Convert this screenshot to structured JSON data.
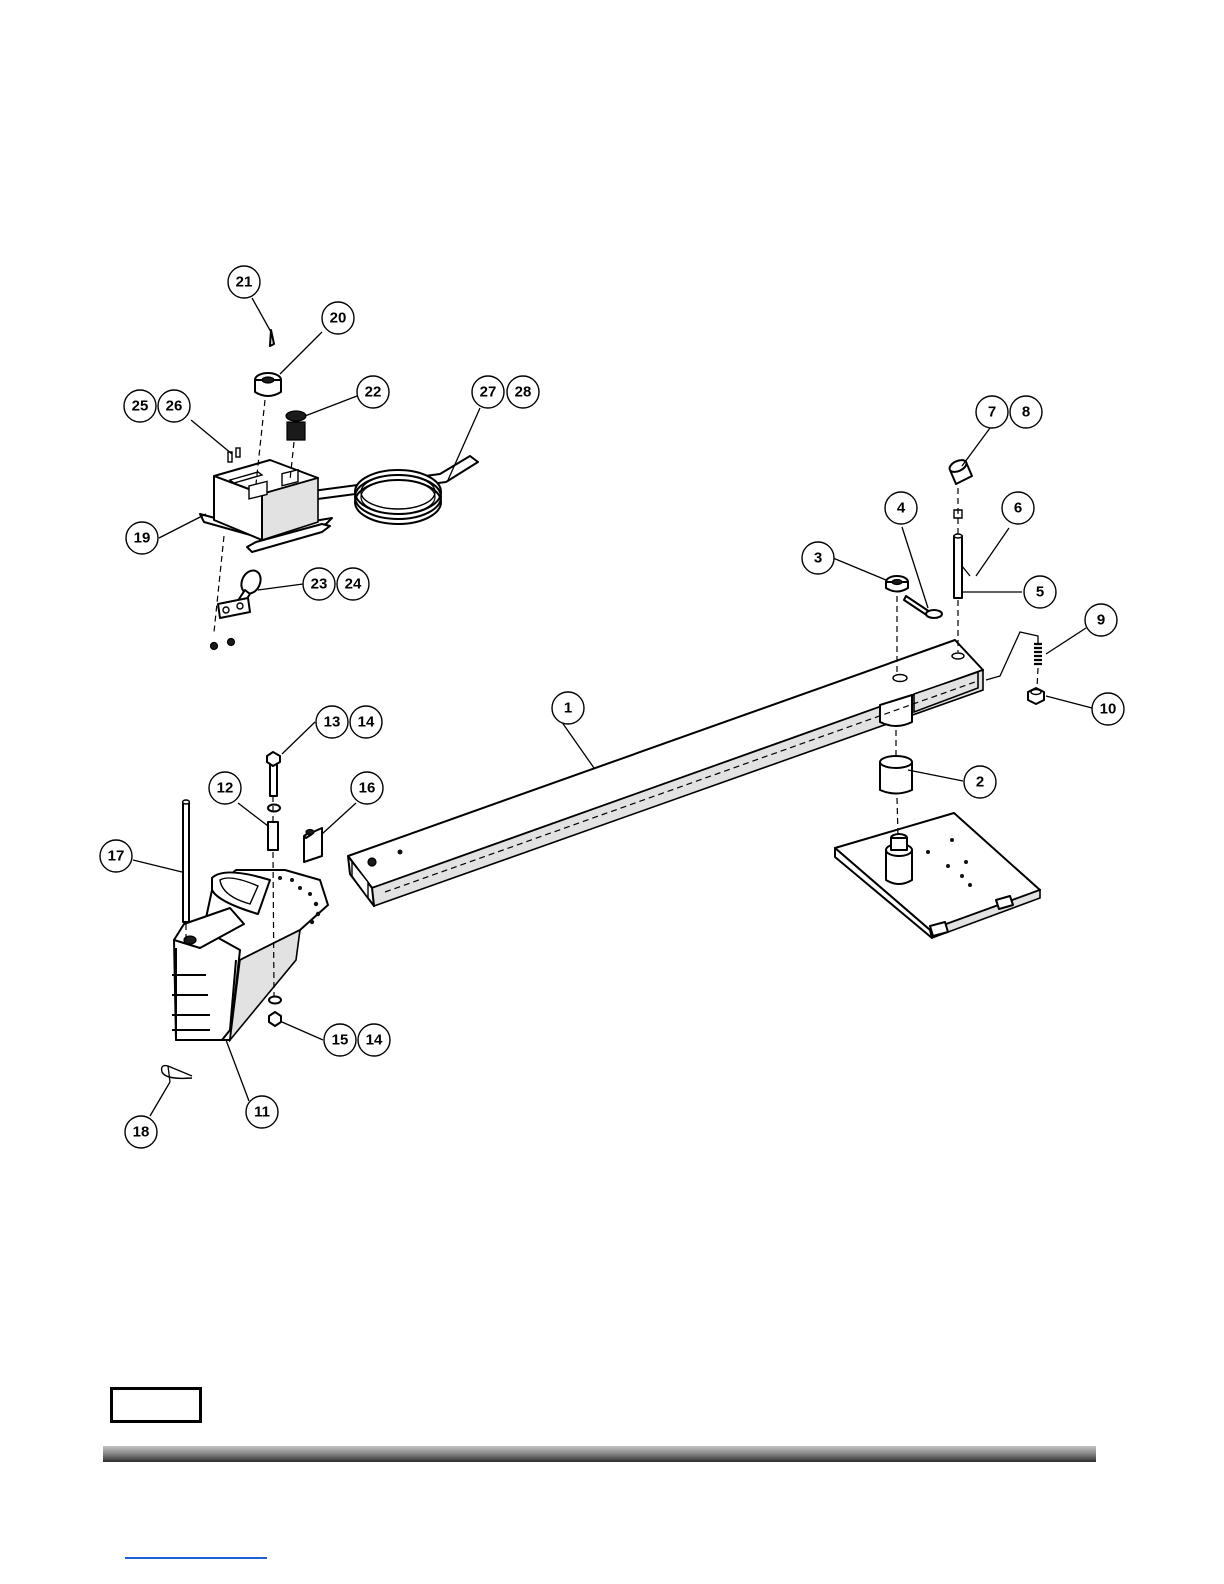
{
  "diagram": {
    "callouts": [
      {
        "id": "c1",
        "numbers": [
          "1"
        ]
      },
      {
        "id": "c2",
        "numbers": [
          "2"
        ]
      },
      {
        "id": "c3",
        "numbers": [
          "3"
        ]
      },
      {
        "id": "c4",
        "numbers": [
          "4"
        ]
      },
      {
        "id": "c5",
        "numbers": [
          "5"
        ]
      },
      {
        "id": "c6",
        "numbers": [
          "6"
        ]
      },
      {
        "id": "c7-8",
        "numbers": [
          "7",
          "8"
        ]
      },
      {
        "id": "c9",
        "numbers": [
          "9"
        ]
      },
      {
        "id": "c10",
        "numbers": [
          "10"
        ]
      },
      {
        "id": "c11",
        "numbers": [
          "11"
        ]
      },
      {
        "id": "c12",
        "numbers": [
          "12"
        ]
      },
      {
        "id": "c13-14",
        "numbers": [
          "13",
          "14"
        ]
      },
      {
        "id": "c15-14",
        "numbers": [
          "15",
          "14"
        ]
      },
      {
        "id": "c16",
        "numbers": [
          "16"
        ]
      },
      {
        "id": "c17",
        "numbers": [
          "17"
        ]
      },
      {
        "id": "c18",
        "numbers": [
          "18"
        ]
      },
      {
        "id": "c19",
        "numbers": [
          "19"
        ]
      },
      {
        "id": "c20",
        "numbers": [
          "20"
        ]
      },
      {
        "id": "c21",
        "numbers": [
          "21"
        ]
      },
      {
        "id": "c22",
        "numbers": [
          "22"
        ]
      },
      {
        "id": "c23-24",
        "numbers": [
          "23",
          "24"
        ]
      },
      {
        "id": "c25-26",
        "numbers": [
          "25",
          "26"
        ]
      },
      {
        "id": "c27-28",
        "numbers": [
          "27",
          "28"
        ]
      }
    ]
  },
  "colors": {
    "ink": "#000000",
    "footer_rule_dark": "#2a2a2a",
    "footer_link": "#1f5fd0"
  }
}
